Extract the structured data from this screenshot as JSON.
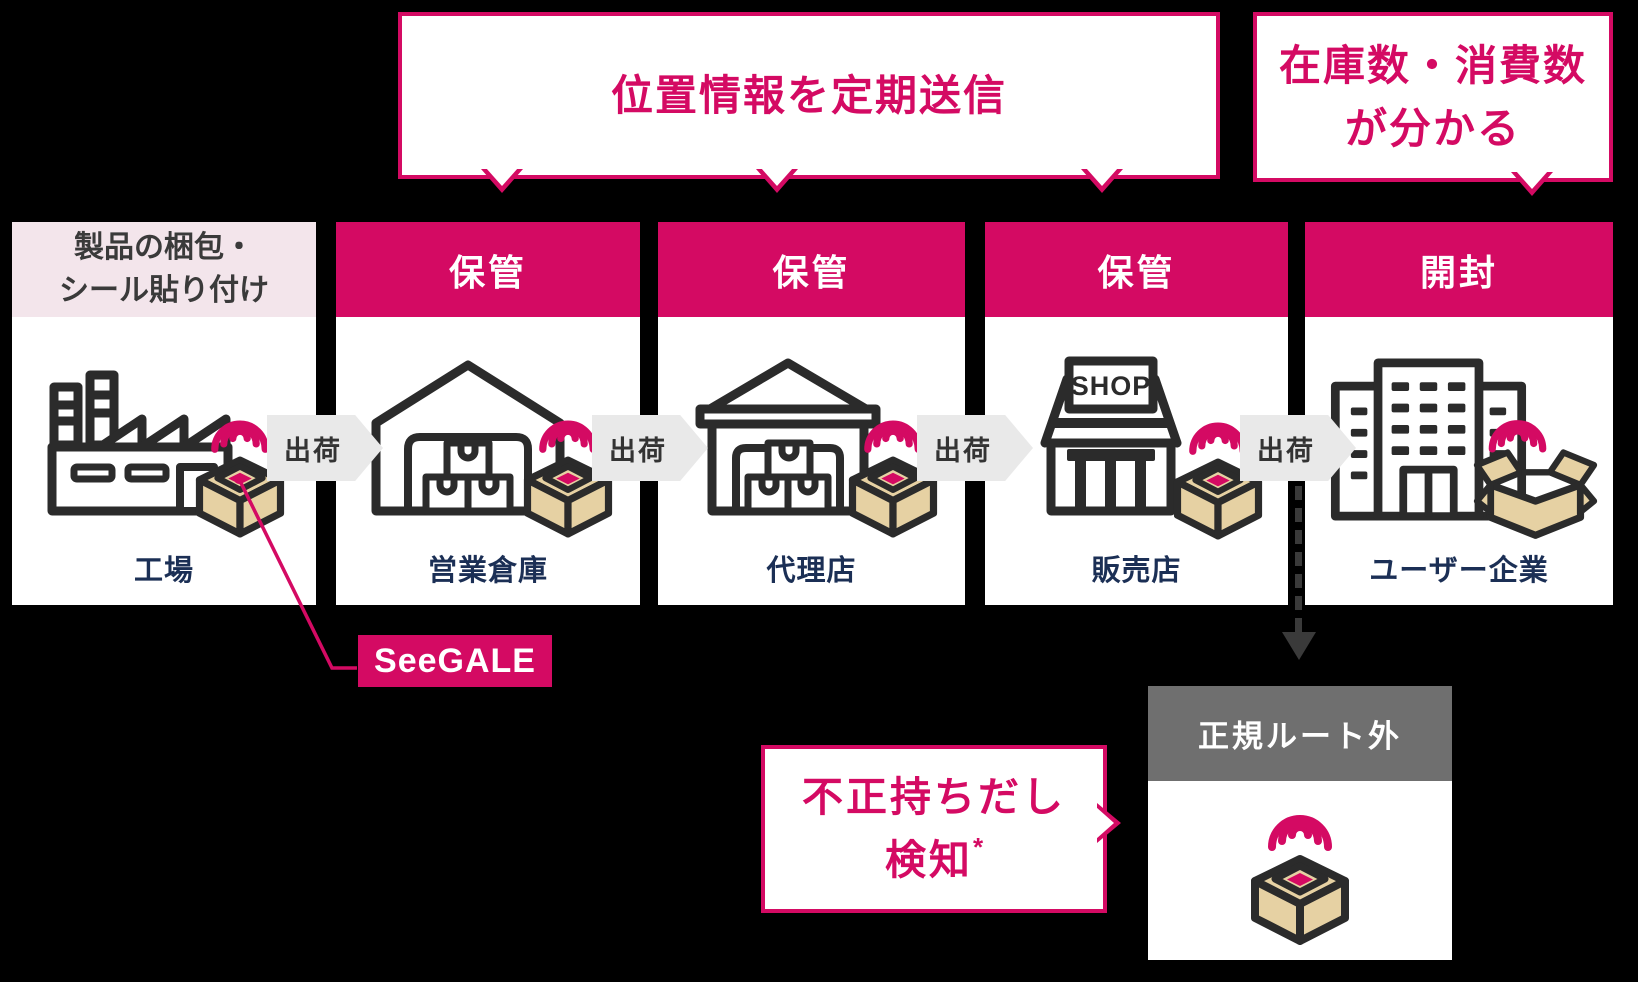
{
  "colors": {
    "crimson": "#d40a63",
    "pinkpale": "#f3e5eb",
    "navy": "#1b2f55",
    "arrowgray": "#e9e9e9",
    "grayhead": "#6f6f6f",
    "tan": "#e6d1a3",
    "outline": "#2b2b2b"
  },
  "callout_location": {
    "text": "位置情報を定期送信"
  },
  "callout_inventory": {
    "line1": "在庫数・消費数",
    "line2": "が分かる"
  },
  "arrows": {
    "label": "出荷"
  },
  "seegale": {
    "label": "SeeGALE"
  },
  "offroute": {
    "header": "正規ルート外"
  },
  "detection": {
    "line1": "不正持ちだし",
    "line2": "検知",
    "marker": "*"
  },
  "stages": [
    {
      "header_line1": "製品の梱包・",
      "header_line2": "シール貼り付け",
      "label": "工場",
      "icon": "factory-icon"
    },
    {
      "header": "保管",
      "label": "営業倉庫",
      "icon": "warehouse-icon"
    },
    {
      "header": "保管",
      "label": "代理店",
      "icon": "distributor-warehouse-icon"
    },
    {
      "header": "保管",
      "label": "販売店",
      "sign": "SHOP",
      "icon": "shop-icon"
    },
    {
      "header": "開封",
      "label": "ユーザー企業",
      "icon": "office-building-icon"
    }
  ]
}
